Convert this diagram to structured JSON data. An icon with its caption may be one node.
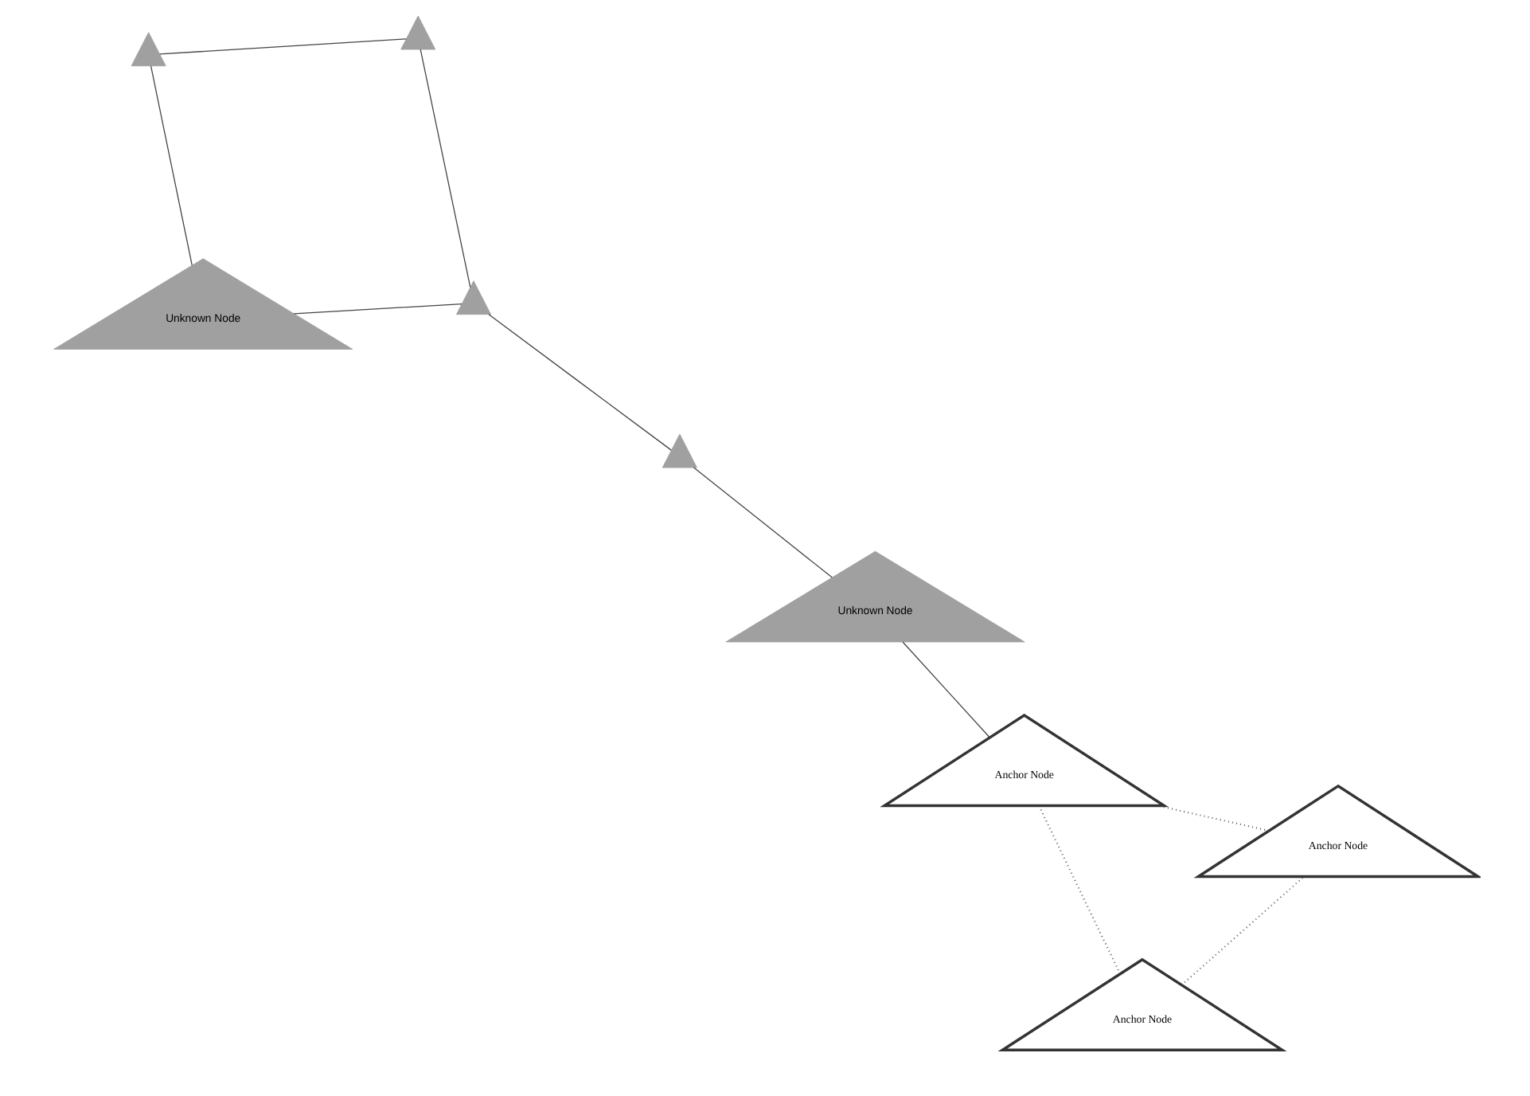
{
  "diagram": {
    "nodes": [
      {
        "text": [
          "Anchor Node"
        ]
      },
      {
        "text": [],
        "shape": "picture"
      },
      {
        "text": [
          "Unknown Node"
        ]
      },
      {
        "text": [],
        "shape": "picture"
      },
      {
        "text": [
          "Unknown Node"
        ]
      },
      {
        "text": [],
        "shape": "picture"
      },
      {
        "text": [],
        "shape": "picture"
      },
      {
        "text": [
          "Anchor Node"
        ]
      },
      {
        "text": [
          "Anchor Node"
        ]
      }
    ],
    "edges": [
      {
        "from": 2,
        "to": 3,
        "arrow": "none"
      },
      {
        "from": 2,
        "to": 6,
        "arrow": "none"
      },
      {
        "from": 3,
        "to": 1,
        "arrow": "none"
      },
      {
        "from": 3,
        "to": 5,
        "arrow": "none"
      },
      {
        "from": 6,
        "to": 5,
        "arrow": "none"
      },
      {
        "from": 1,
        "to": 4,
        "arrow": "none"
      },
      {
        "from": 4,
        "to": 7,
        "arrow": "none"
      },
      {
        "from": 0,
        "to": 8,
        "arrow": "none",
        "style": "dashed"
      },
      {
        "from": 0,
        "to": 7,
        "arrow": "none",
        "style": "dashed"
      },
      {
        "from": 8,
        "to": 7,
        "arrow": "none",
        "style": "dashed"
      }
    ]
  }
}
